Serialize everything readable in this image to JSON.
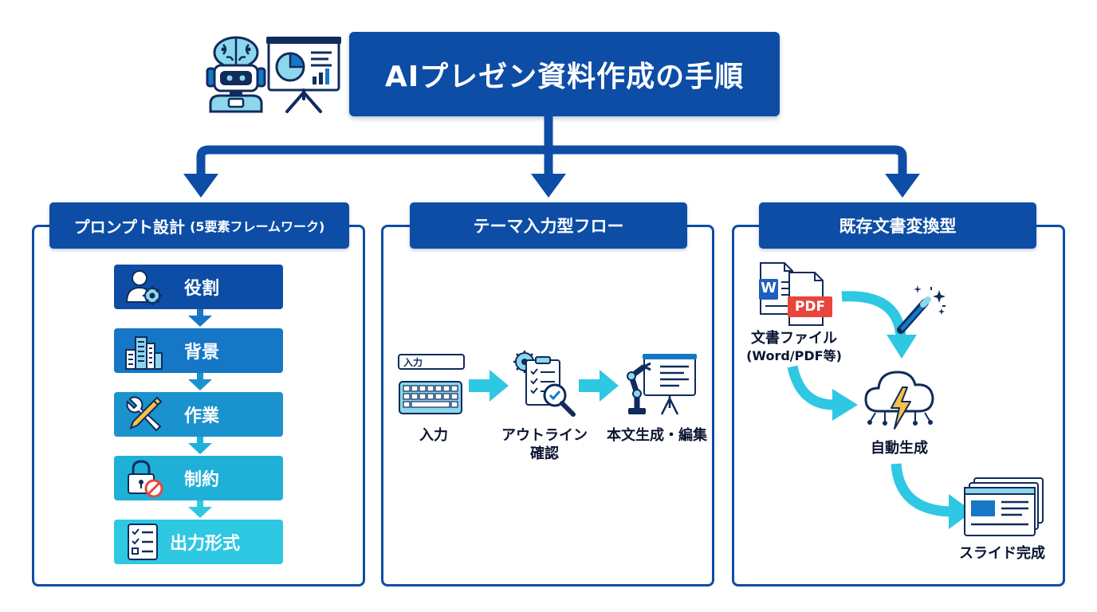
{
  "title": "AIプレゼン資料作成の手順",
  "colors": {
    "primary": "#0d4da6",
    "cyan": "#29c3dd",
    "icon_dark": "#102b5c",
    "icon_light": "#8dd7ec",
    "pdf_red": "#e8453c"
  },
  "icons": {
    "header": [
      "robot-brain-icon",
      "presentation-board-icon"
    ],
    "panel1": [
      "user-gear-icon",
      "buildings-icon",
      "tools-icon",
      "lock-forbidden-icon",
      "checklist-icon"
    ],
    "panel2": [
      "keyboard-input-icon",
      "checklist-magnifier-icon",
      "robot-arm-board-icon"
    ],
    "panel3": [
      "word-pdf-documents-icon",
      "magic-wand-icon",
      "cloud-lightning-icon",
      "slides-icon"
    ]
  },
  "panel1": {
    "header": "プロンプト設計",
    "header_sub": "(5要素フレームワーク)",
    "steps": [
      {
        "label": "役割",
        "color": "#0d4da6"
      },
      {
        "label": "背景",
        "color": "#1577c6"
      },
      {
        "label": "作業",
        "color": "#1a92cd"
      },
      {
        "label": "制約",
        "color": "#1fb0d8"
      },
      {
        "label": "出力形式",
        "color": "#2ec8e2"
      }
    ]
  },
  "panel2": {
    "header": "テーマ入力型フロー",
    "input_field_label": "入力",
    "steps": [
      {
        "label": "入力"
      },
      {
        "label": "アウトライン\n確認"
      },
      {
        "label": "本文生成・編集"
      }
    ]
  },
  "panel3": {
    "header": "既存文書変換型",
    "pdf_badge": "PDF",
    "word_badge": "W",
    "nodes": {
      "docs_line1": "文書ファイル",
      "docs_line2": "(Word/PDF等)",
      "generate": "自動生成",
      "done": "スライド完成"
    }
  }
}
